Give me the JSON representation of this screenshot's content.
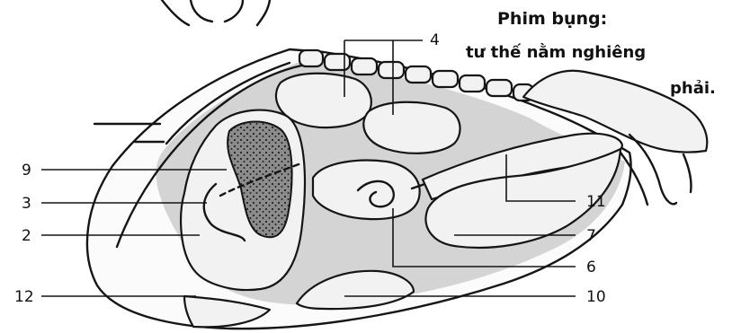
{
  "title": {
    "line1": "Phim bụng:",
    "line2": "tư thế nằm nghiêng",
    "line3": "phải."
  },
  "labels": {
    "l2": "2",
    "l3": "3",
    "l4": "4",
    "l6": "6",
    "l7": "7",
    "l9": "9",
    "l10": "10",
    "l11": "11",
    "l12": "12"
  },
  "colors": {
    "outline": "#151515",
    "shading": "#d4d4d4",
    "organ_fill": "#f2f2f2",
    "stippled_organ": "#8a8a8a"
  }
}
